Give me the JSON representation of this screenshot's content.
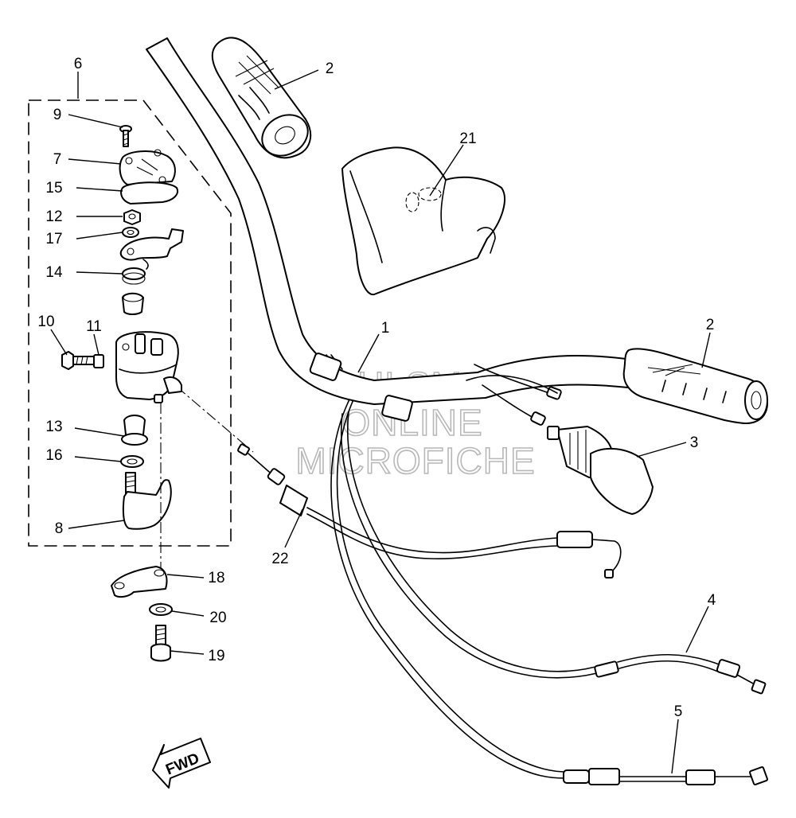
{
  "callouts": [
    {
      "id": "1",
      "label": "1"
    },
    {
      "id": "2a",
      "label": "2"
    },
    {
      "id": "2b",
      "label": "2"
    },
    {
      "id": "3",
      "label": "3"
    },
    {
      "id": "4",
      "label": "4"
    },
    {
      "id": "5",
      "label": "5"
    },
    {
      "id": "6",
      "label": "6"
    },
    {
      "id": "7",
      "label": "7"
    },
    {
      "id": "8",
      "label": "8"
    },
    {
      "id": "9",
      "label": "9"
    },
    {
      "id": "10",
      "label": "10"
    },
    {
      "id": "11",
      "label": "11"
    },
    {
      "id": "12",
      "label": "12"
    },
    {
      "id": "13",
      "label": "13"
    },
    {
      "id": "14",
      "label": "14"
    },
    {
      "id": "15",
      "label": "15"
    },
    {
      "id": "16",
      "label": "16"
    },
    {
      "id": "17",
      "label": "17"
    },
    {
      "id": "18",
      "label": "18"
    },
    {
      "id": "19",
      "label": "19"
    },
    {
      "id": "20",
      "label": "20"
    },
    {
      "id": "21",
      "label": "21"
    },
    {
      "id": "22",
      "label": "22"
    }
  ],
  "watermark": {
    "line1": "HLSM",
    "line2": "ONLINE",
    "line3": "MICROFICHE"
  },
  "direction_arrow": {
    "label": "FWD"
  }
}
